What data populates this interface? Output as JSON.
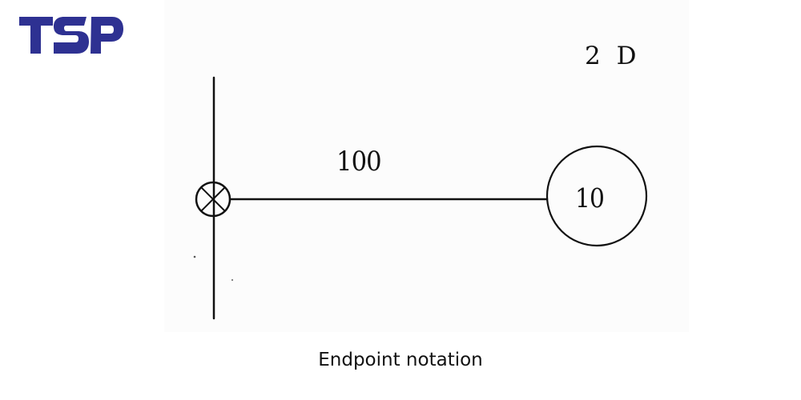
{
  "logo": {
    "text": "TSP",
    "color": "#2e3192"
  },
  "diagram": {
    "view_label": "2 D",
    "dimension_label": "100",
    "circle_label": "10",
    "line_color": "#111111"
  },
  "caption": "Endpoint notation"
}
